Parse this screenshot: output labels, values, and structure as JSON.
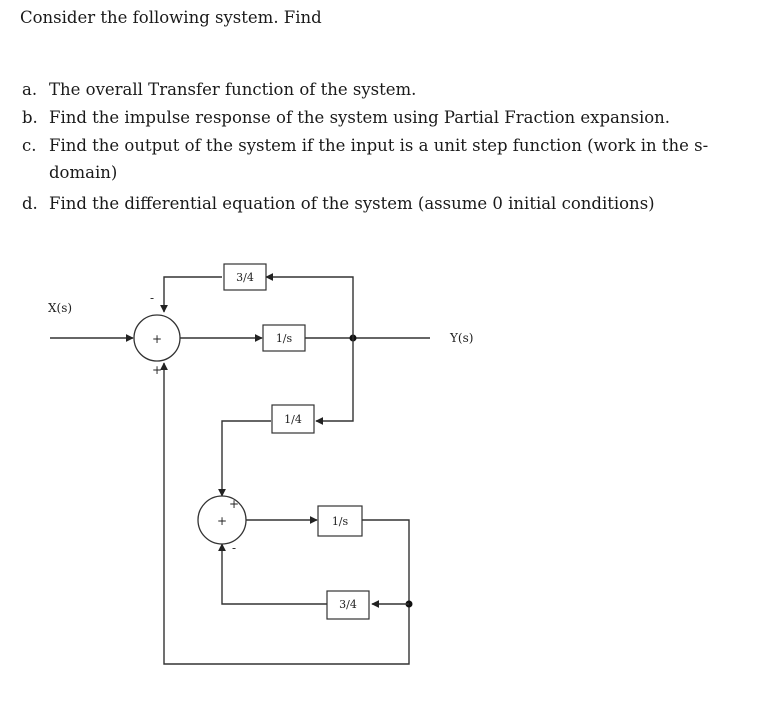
{
  "intro": "Consider the following system. Find",
  "questions": [
    {
      "letter": "a.",
      "text": "The overall Transfer function of the system."
    },
    {
      "letter": "b.",
      "text": "Find the impulse response of the system using Partial Fraction expansion."
    },
    {
      "letter": "c.",
      "text": "Find the output of the system if the input is a unit step function (work in the s-",
      "continuation": "domain)"
    },
    {
      "letter": "d.",
      "text": "Find the differential equation of the system (assume 0 initial conditions)"
    }
  ],
  "diagram": {
    "input_label": "X(s)",
    "output_label": "Y(s)",
    "blocks": {
      "top_feedback": "3/4",
      "integrator_1": "1/s",
      "middle_gain": "1/4",
      "integrator_2": "1/s",
      "bottom_feedback": "3/4"
    },
    "summers": {
      "sum1": {
        "symbol": "+",
        "top_sign": "-",
        "bottom_sign": "+"
      },
      "sum2": {
        "symbol": "+",
        "top_sign": "+",
        "bottom_sign": "-"
      }
    }
  }
}
